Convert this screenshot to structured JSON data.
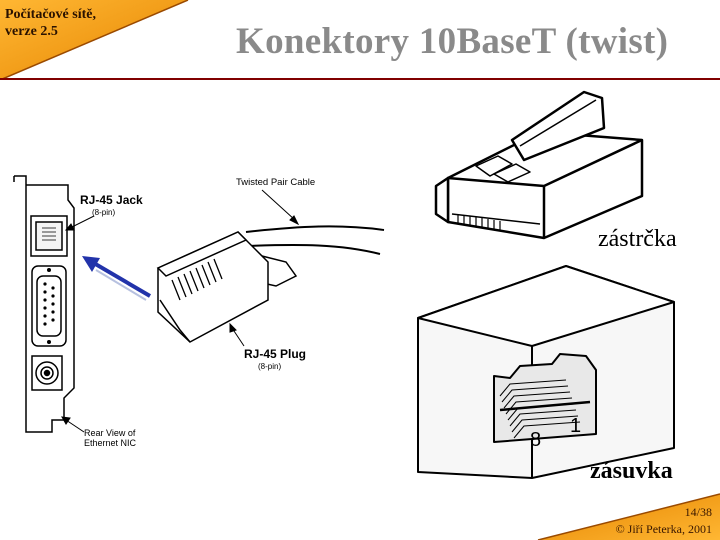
{
  "header": {
    "course_line1": "Počítačové sítě,",
    "course_line2": "verze 2.5",
    "title": "Konektory 10BaseT (twist)"
  },
  "diagram_left": {
    "cable_label": "Twisted Pair Cable",
    "jack_label": "RJ-45 Jack",
    "jack_sub": "(8-pin)",
    "plug_label": "RJ-45 Plug",
    "plug_sub": "(8-pin)",
    "rear_label_1": "Rear View of",
    "rear_label_2": "Ethernet NIC"
  },
  "plug_caption": "zástrčka",
  "socket_caption": "zásuvka",
  "socket_pin_left": "8",
  "socket_pin_right": "1",
  "footer": {
    "page": "14/38",
    "copyright": "© Jiří Peterka, 2001"
  },
  "colors": {
    "accent": "#f39c12",
    "accent_dark": "#e08600",
    "rule": "#800000",
    "title": "#8a8a8a",
    "arrow": "#2233aa"
  }
}
